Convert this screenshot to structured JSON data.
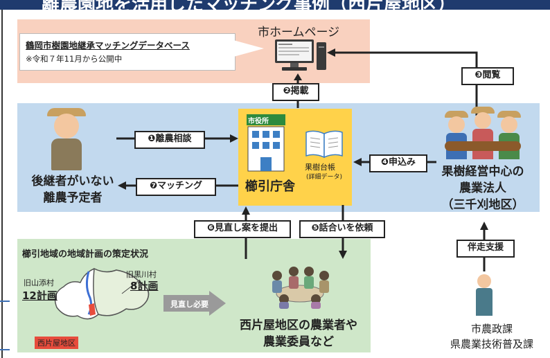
{
  "title": "離農園地を活用したマッチング事例（西片屋地区）",
  "homepage": {
    "title": "市ホームページ",
    "db_name": "鶴岡市樹園地継承マッチングデータベース",
    "db_note": "※令和７年11月から公開中"
  },
  "steps": {
    "s1": "❶離農相談",
    "s2": "❷掲載",
    "s3": "❸閲覧",
    "s4": "❹申込み",
    "s5": "❺話合いを依頼",
    "s6": "❻見直し案を提出",
    "s7": "❼マッチング"
  },
  "city_hall": {
    "sign": "市役所",
    "name": "櫛引庁舎",
    "ledger_label": "果樹台帳",
    "ledger_sub": "(詳細データ)"
  },
  "retiree": {
    "line1": "後継者がいない",
    "line2": "離農予定者"
  },
  "corporation": {
    "line1": "果樹経営中心の",
    "line2": "農業法人",
    "line3": "（三千刈地区）"
  },
  "support": {
    "label": "伴走支援",
    "org1": "市農政課",
    "org2": "県農業技術普及課"
  },
  "plan": {
    "heading": "櫛引地域の地域計画の策定状況",
    "village1": "旧山添村",
    "count1": "12計画",
    "village2": "旧黒川村",
    "count2": "8計画",
    "district": "西片屋地区",
    "review": "見直し必要"
  },
  "farmers": {
    "line1": "西片屋地区の農業者や",
    "line2": "農業委員など"
  },
  "colors": {
    "title_bar": "#1f3b6e",
    "band_top": "#f9d1bf",
    "band_mid": "#c2d9ee",
    "band_bot": "#cfe7c9",
    "city_hall": "#ffd24a",
    "district": "#e74c3c"
  }
}
